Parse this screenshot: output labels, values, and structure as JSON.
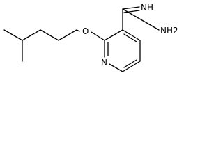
{
  "molecule": {
    "atom_labels": {
      "oxygen": "O",
      "ring_nitrogen": "N",
      "imine": "NH",
      "amine": "NH2"
    },
    "ink_color": "#000000",
    "background_color": "#ffffff"
  }
}
